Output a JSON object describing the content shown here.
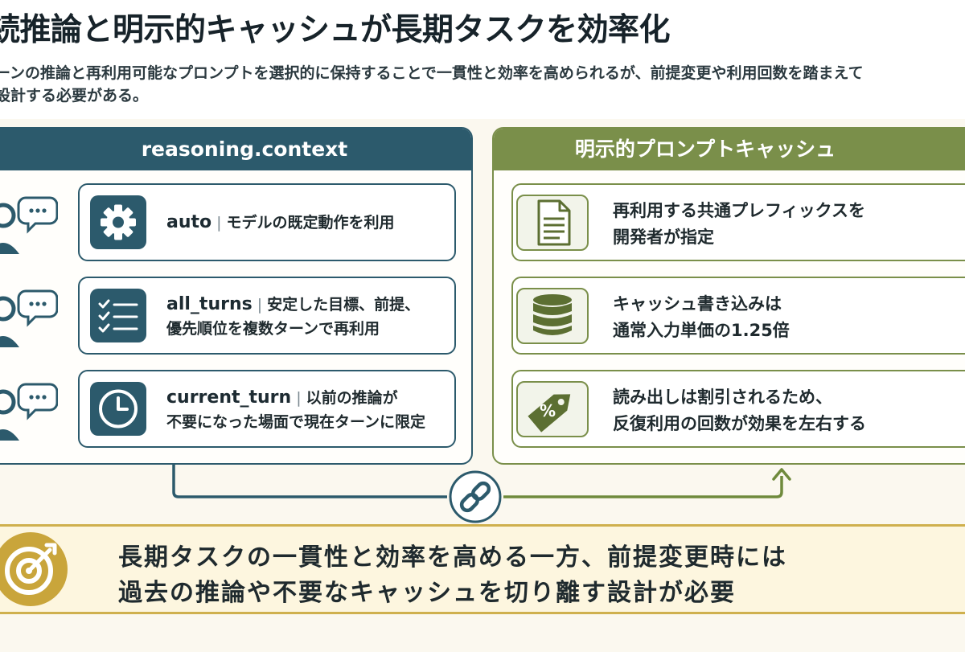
{
  "header": {
    "title": "続推論と明示的キャッシュが長期タスクを効率化",
    "subtitle_line1": "ーンの推論と再利用可能なプロンプトを選択的に保持することで一貫性と効率を高められるが、前提変更や利用回数を踏まえて",
    "subtitle_line2": "設計する必要がある。"
  },
  "left_panel": {
    "title": "reasoning.context",
    "items": [
      {
        "keyword": "auto",
        "line1": "モデルの既定動作を利用",
        "line2": "",
        "icon": "gear-icon"
      },
      {
        "keyword": "all_turns",
        "line1": "安定した目標、前提、",
        "line2": "優先順位を複数ターンで再利用",
        "icon": "checklist-icon"
      },
      {
        "keyword": "current_turn",
        "line1": "以前の推論が",
        "line2": "不要になった場面で現在ターンに限定",
        "icon": "clock-icon"
      }
    ]
  },
  "right_panel": {
    "title": "明示的プロンプトキャッシュ",
    "items": [
      {
        "line1": "再利用する共通プレフィックスを",
        "line2": "開発者が指定",
        "icon": "document-icon"
      },
      {
        "line1": "キャッシュ書き込みは",
        "line2": "通常入力単価の1.25倍",
        "icon": "database-icon"
      },
      {
        "line1": "読み出しは割引されるため、",
        "line2": "反復利用の回数が効果を左右する",
        "icon": "discount-tag-icon"
      }
    ]
  },
  "connector": {
    "icon": "link-icon"
  },
  "conclusion": {
    "icon": "target-icon",
    "line1": "長期タスクの一貫性と効率を高める一方、前提変更時には",
    "line2": "過去の推論や不要なキャッシュを切り離す設計が必要"
  },
  "colors": {
    "teal": "#2c5a6c",
    "olive": "#7a8f4a",
    "gold": "#cfb04e",
    "background": "#fbf8ef"
  }
}
